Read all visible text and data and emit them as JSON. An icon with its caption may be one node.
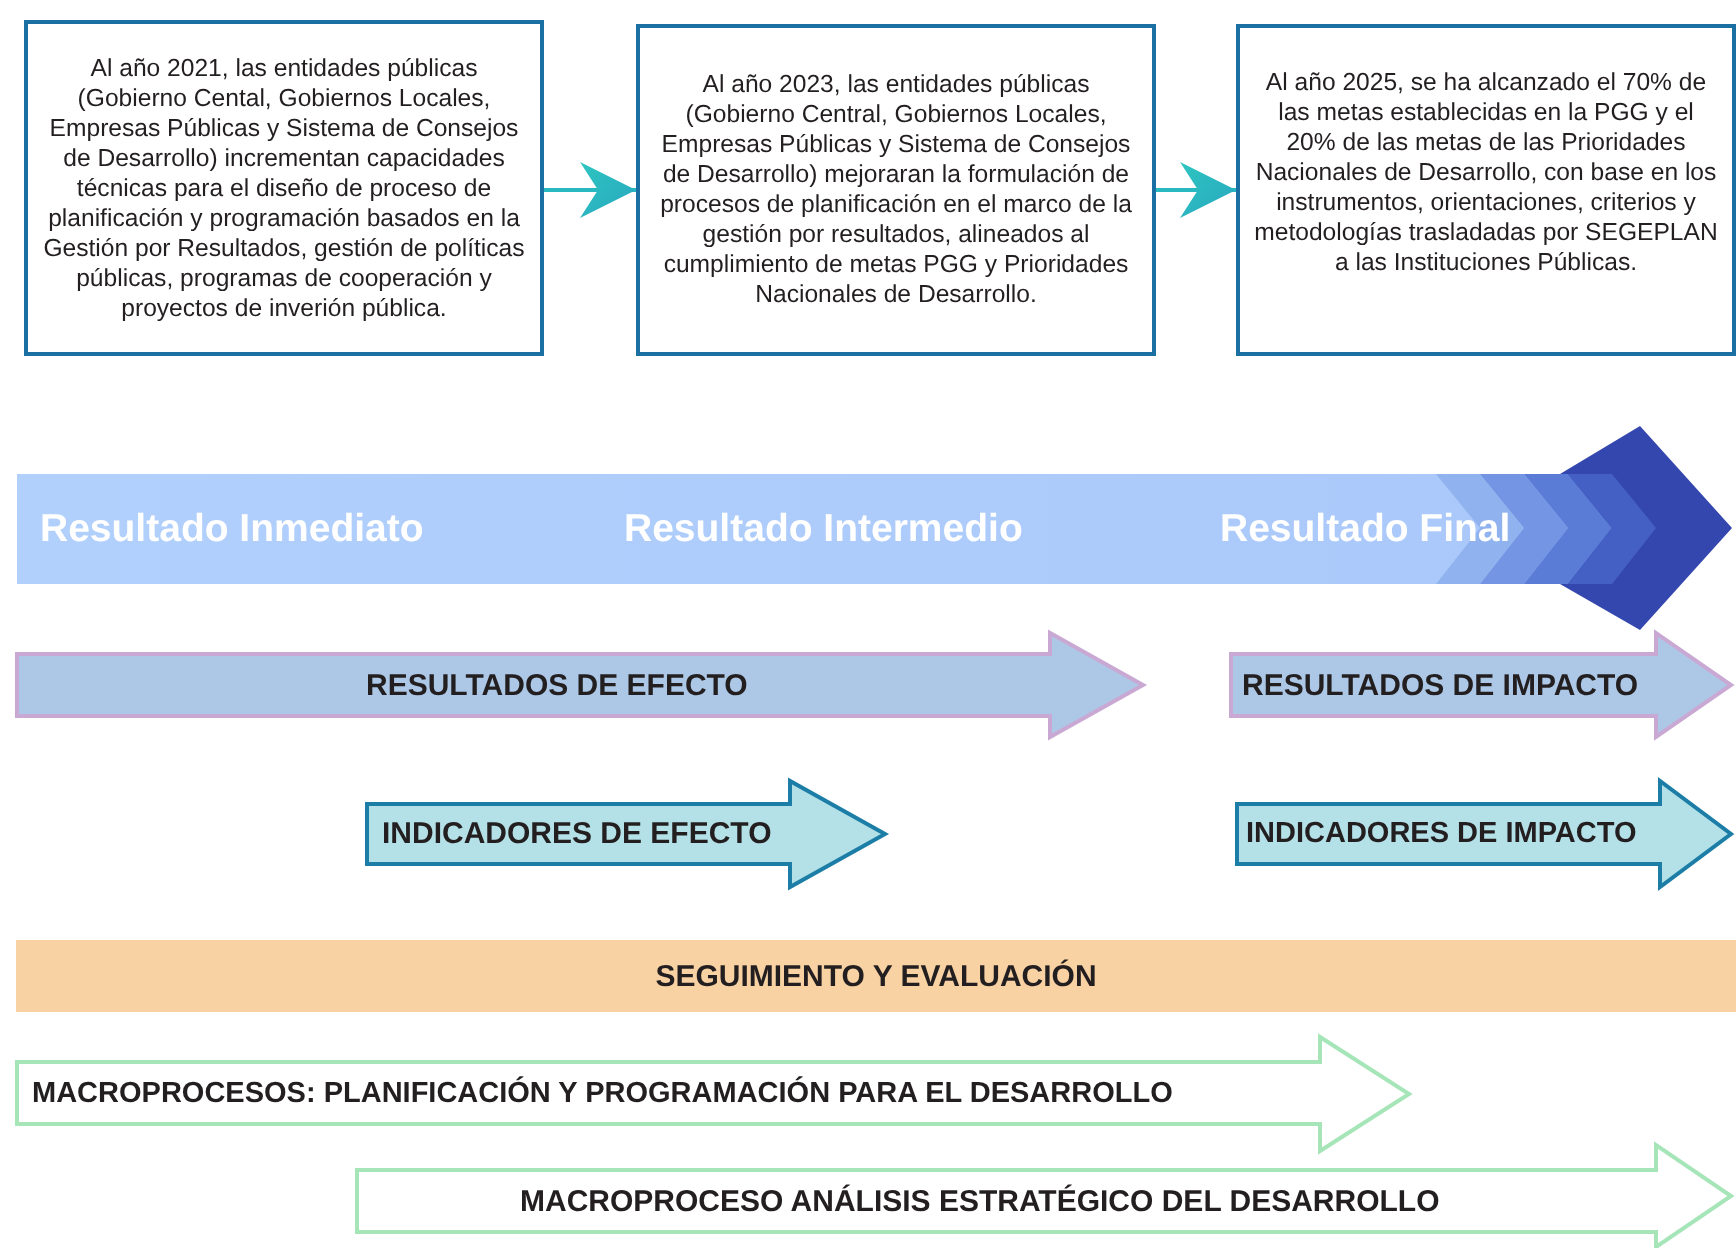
{
  "diagram": {
    "nodes": [
      {
        "text": [
          "Al año 2021, las entidades públicas (Gobierno Cental, Gobiernos Locales, Empresas Públicas y Sistema de Consejos de Desarrollo) incrementan capacidades técnicas para el diseño de proceso de planificación y programación basados en la Gestión por Resultados, gestión de políticas públicas, programas de cooperación y proyectos de inverión pública."
        ]
      },
      {
        "text": [
          "Al año 2023, las entidades públicas (Gobierno Central, Gobiernos Locales, Empresas Públicas y Sistema de Consejos de Desarrollo) mejoraran la formulación de procesos de planificación en el marco de la gestión por resultados, alineados al cumplimiento de metas PGG y Prioridades Nacionales de Desarrollo."
        ]
      },
      {
        "text": [
          "Al año 2025, se ha alcanzado el 70% de las metas establecidas en la PGG y el 20% de las metas de las Prioridades Nacionales de Desarrollo, con base en los instrumentos, orientaciones, criterios y metodologías trasladadas por SEGEPLAN a las Instituciones Públicas."
        ]
      },
      {
        "text": [
          "Resultado Inmediato",
          "Resultado Intermedio",
          "Resultado Final"
        ]
      },
      {
        "text": [
          "RESULTADOS DE EFECTO"
        ]
      },
      {
        "text": [
          "RESULTADOS DE IMPACTO"
        ]
      },
      {
        "text": [
          "INDICADORES DE EFECTO"
        ]
      },
      {
        "text": [
          "INDICADORES DE IMPACTO"
        ]
      },
      {
        "text": [
          "SEGUIMIENTO Y EVALUACIÓN"
        ]
      },
      {
        "text": [
          "MACROPROCESOS: PLANIFICACIÓN Y PROGRAMACIÓN PARA EL DESARROLLO"
        ]
      },
      {
        "text": [
          "MACROPROCESO ANÁLISIS ESTRATÉGICO DEL DESARROLLO"
        ]
      }
    ],
    "edges": [
      {
        "from": 0,
        "to": 1,
        "arrow": "to"
      },
      {
        "from": 1,
        "to": 2,
        "arrow": "to"
      }
    ]
  }
}
